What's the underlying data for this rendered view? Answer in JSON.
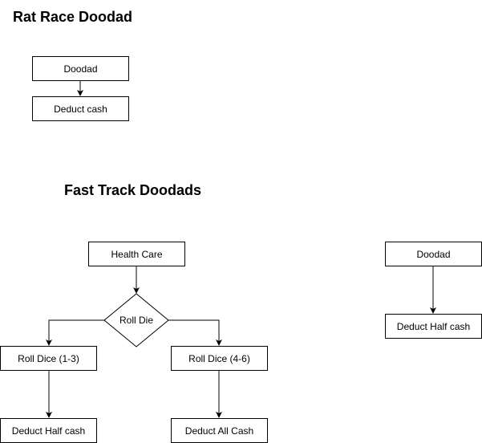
{
  "sections": {
    "rat_race": {
      "title": "Rat Race Doodad",
      "doodad": "Doodad",
      "deduct_cash": "Deduct cash"
    },
    "fast_track": {
      "title": "Fast Track Doodads",
      "health_care": "Health Care",
      "roll_die": "Roll Die",
      "roll_dice_low": "Roll Dice (1-3)",
      "roll_dice_high": "Roll Dice (4-6)",
      "deduct_half_cash_left": "Deduct Half cash",
      "deduct_all_cash": "Deduct All Cash",
      "doodad": "Doodad",
      "deduct_half_cash_right": "Deduct Half cash"
    }
  },
  "colors": {
    "stroke": "#000000",
    "fill": "#ffffff"
  }
}
